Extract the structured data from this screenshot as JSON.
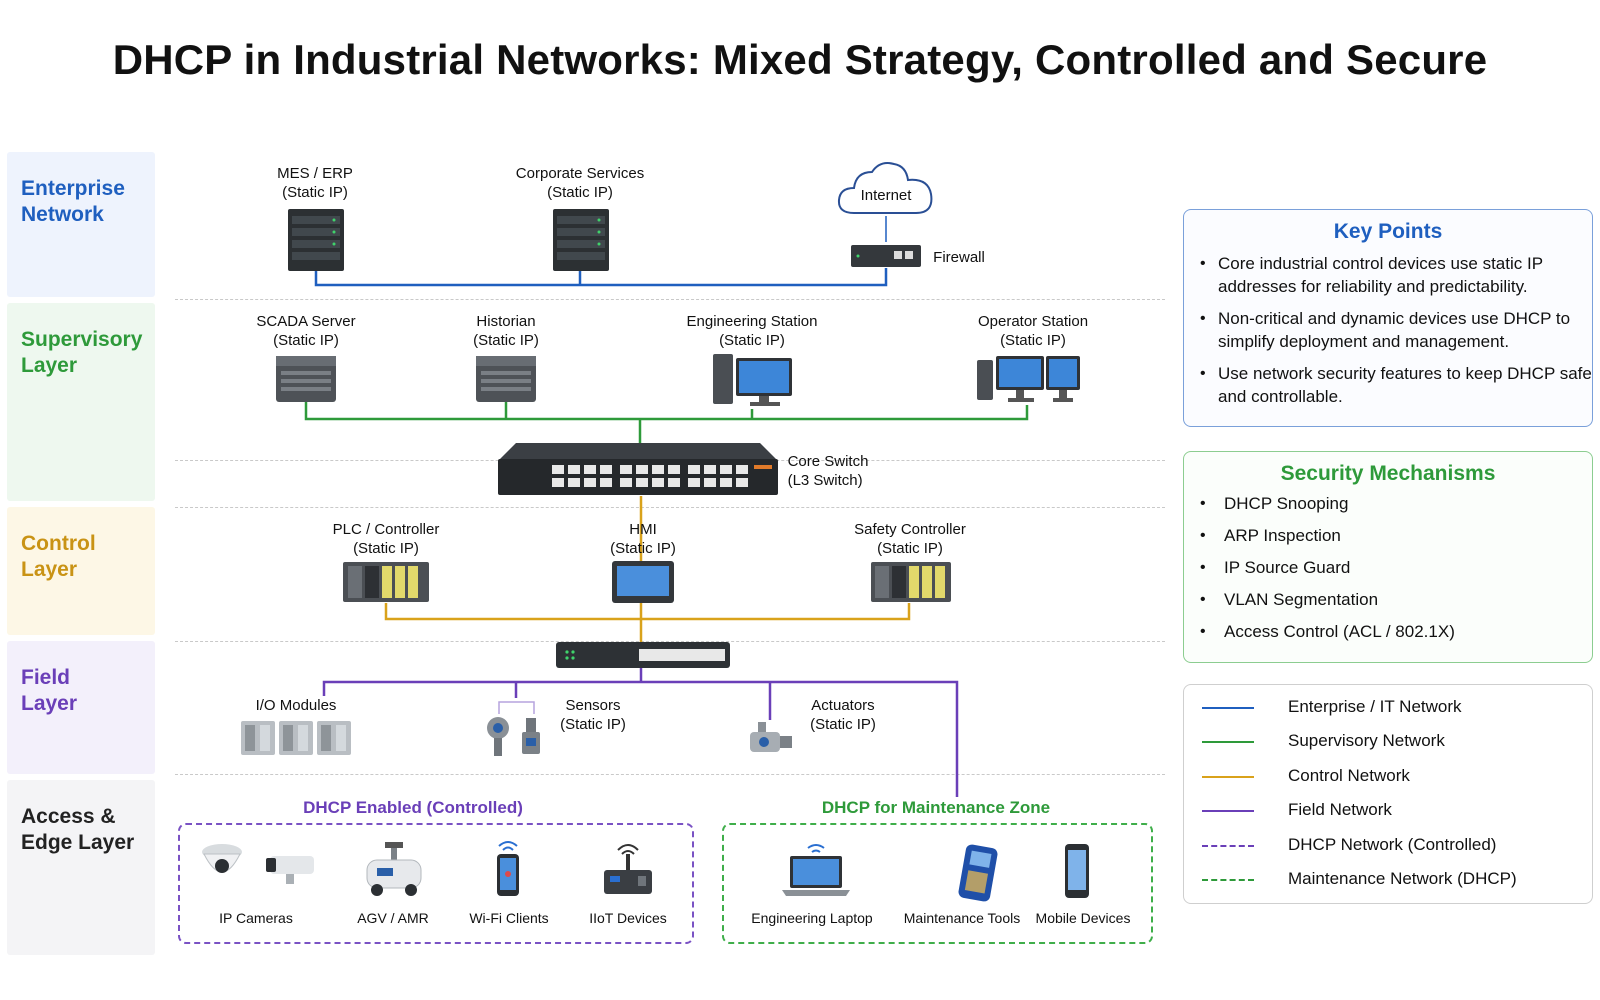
{
  "title": "DHCP in Industrial Networks:  Mixed Strategy,  Controlled and Secure",
  "layers": {
    "enterprise": "Enterprise\nNetwork",
    "supervisory": "Supervisory\nLayer",
    "control": "Control\nLayer",
    "field": "Field\nLayer",
    "access": "Access &\nEdge Layer"
  },
  "devices": {
    "mes": "MES / ERP\n(Static IP)",
    "corporate": "Corporate Services\n(Static IP)",
    "internet": "Internet",
    "firewall": "Firewall",
    "scada": "SCADA Server\n(Static IP)",
    "historian": "Historian\n(Static IP)",
    "eng_station": "Engineering Station\n(Static IP)",
    "operator": "Operator Station\n(Static IP)",
    "core_switch": "Core Switch\n(L3 Switch)",
    "plc": "PLC / Controller\n(Static IP)",
    "hmi": "HMI\n(Static IP)",
    "safety": "Safety Controller\n(Static IP)",
    "io_modules": "I/O Modules",
    "sensors": "Sensors\n(Static IP)",
    "actuators": "Actuators\n(Static IP)"
  },
  "zones": {
    "dhcp_controlled": {
      "title": "DHCP Enabled (Controlled)",
      "items": [
        "IP Cameras",
        "AGV / AMR",
        "Wi-Fi Clients",
        "IIoT Devices"
      ]
    },
    "maintenance": {
      "title": "DHCP for Maintenance Zone",
      "items": [
        "Engineering Laptop",
        "Maintenance Tools",
        "Mobile Devices"
      ]
    }
  },
  "key_points": {
    "title": "Key Points",
    "items": [
      "Core industrial control devices use static IP addresses for reliability and predictability.",
      "Non-critical and dynamic devices use DHCP to simplify deployment and management.",
      "Use network security features to keep DHCP safe and controllable."
    ]
  },
  "security": {
    "title": "Security Mechanisms",
    "items": [
      "DHCP Snooping",
      "ARP Inspection",
      "IP Source Guard",
      "VLAN Segmentation",
      "Access Control (ACL / 802.1X)"
    ]
  },
  "legend": [
    {
      "label": "Enterprise / IT Network",
      "color": "#1f5fbf",
      "style": "solid"
    },
    {
      "label": "Supervisory Network",
      "color": "#2e9a3a",
      "style": "solid"
    },
    {
      "label": "Control Network",
      "color": "#d9a21b",
      "style": "solid"
    },
    {
      "label": "Field Network",
      "color": "#6a3fb8",
      "style": "solid"
    },
    {
      "label": "DHCP Network (Controlled)",
      "color": "#6a3fb8",
      "style": "dashed"
    },
    {
      "label": "Maintenance Network (DHCP)",
      "color": "#2e9a3a",
      "style": "dashed"
    }
  ],
  "colors": {
    "enterprise": "#1f5fbf",
    "supervisory": "#2e9a3a",
    "control": "#d9a21b",
    "field": "#6a3fb8",
    "enterprise_bg": "#eef3fd",
    "supervisory_bg": "#eef8ef",
    "control_bg": "#fdf7e6",
    "field_bg": "#f3f0fb",
    "access_bg": "#f4f4f6"
  }
}
